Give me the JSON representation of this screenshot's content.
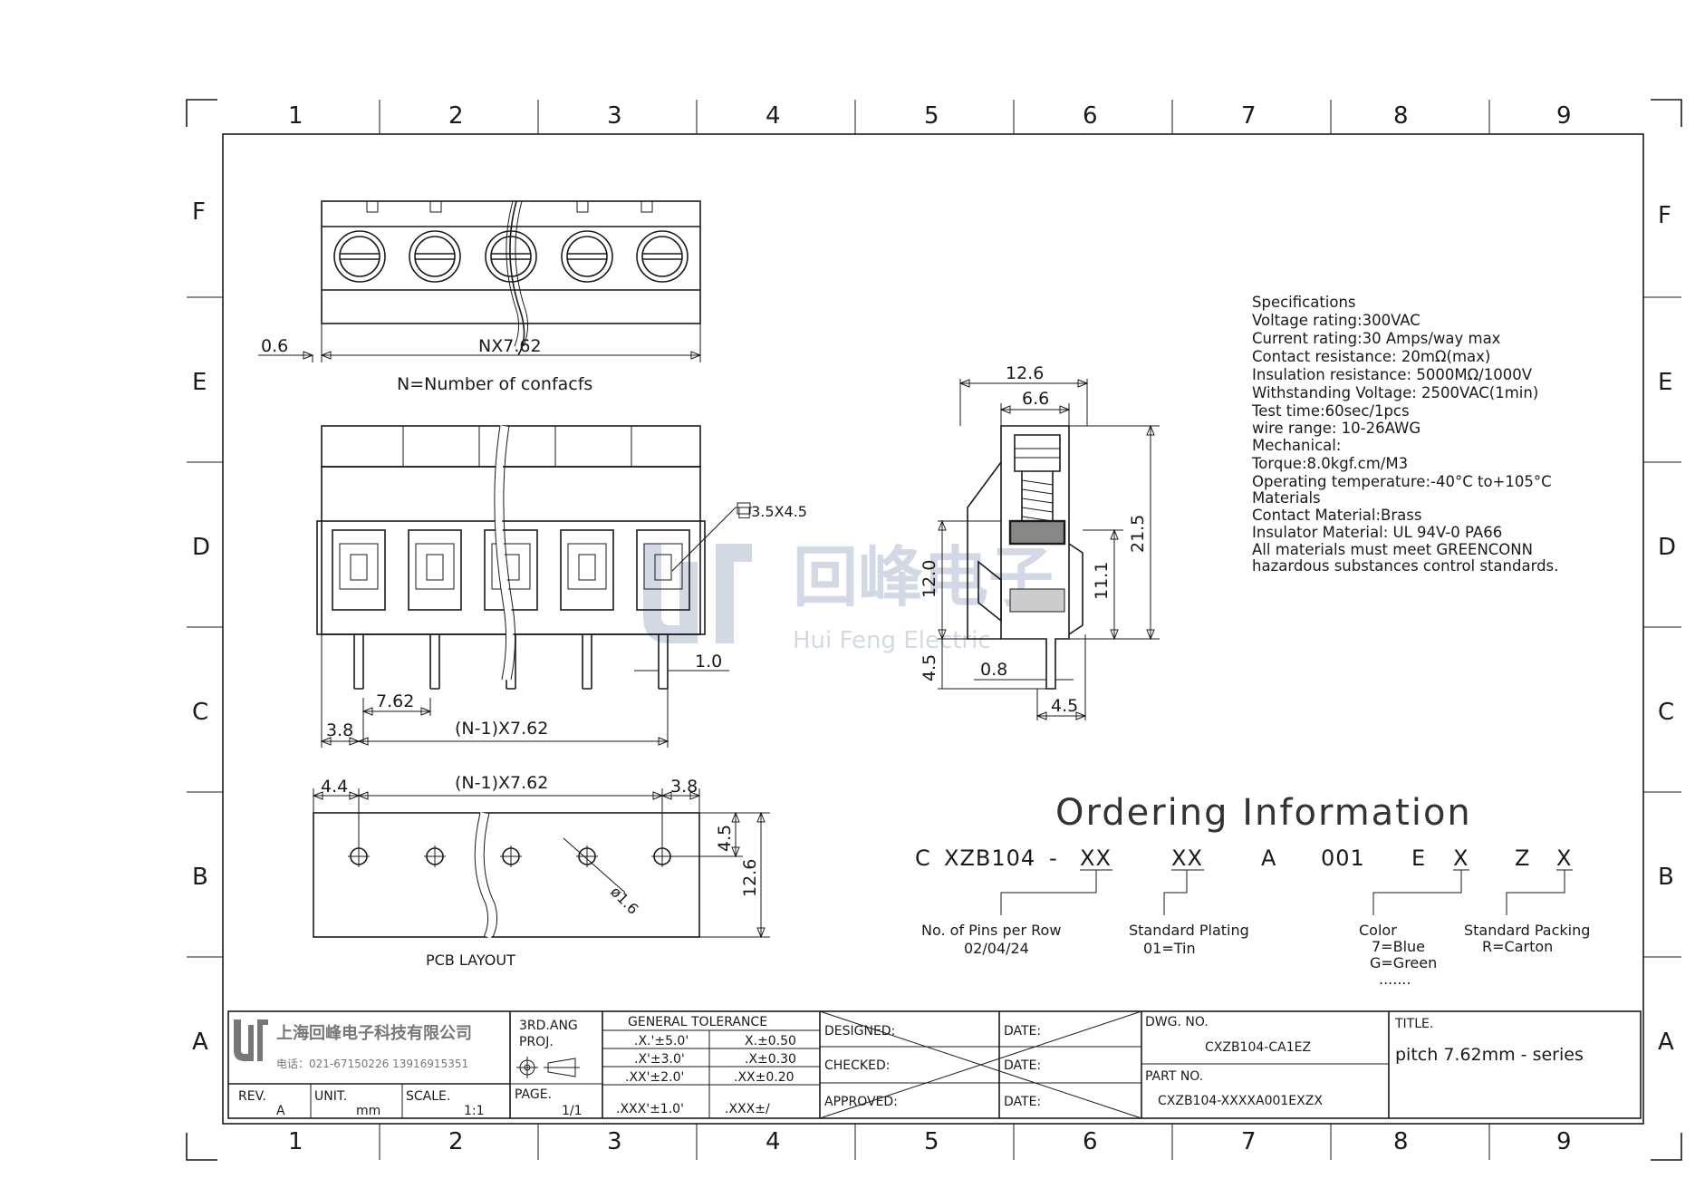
{
  "grid": {
    "columns": [
      "1",
      "2",
      "3",
      "4",
      "5",
      "6",
      "7",
      "8",
      "9"
    ],
    "rows": [
      "F",
      "E",
      "D",
      "C",
      "B",
      "A"
    ]
  },
  "views": {
    "top_view": {
      "pitch_dim": "NX7.62",
      "offset_dim": "0.6",
      "note": "N=Number of confacfs"
    },
    "front_view": {
      "pitch_dim": "7.62",
      "edge_dim": "3.8",
      "span_dim": "(N-1)X7.62",
      "pin_dim": "1.0",
      "wire_entry_dim": "□3.5X4.5"
    },
    "side_view": {
      "width_dim": "12.6",
      "inner_dim": "6.6",
      "height_dim": "21.5",
      "body_dim": "12.0",
      "mid_dim": "11.1",
      "pin_len_dim": "4.5",
      "pin_thk_dim": "0.8",
      "pin_off_dim": "4.5"
    },
    "pcb_layout": {
      "left_dim": "4.4",
      "span_dim": "(N-1)X7.62",
      "right_dim": "3.8",
      "hole_dim": "ø1.6",
      "row_dim": "4.5",
      "depth_dim": "12.6",
      "label": "PCB LAYOUT"
    }
  },
  "watermark": {
    "cn": "回峰电子",
    "en": "Hui Feng Electric"
  },
  "specifications": [
    "Specifications",
    "Voltage rating:300VAC",
    "Current rating:30 Amps/way max",
    "Contact resistance: 20mΩ(max)",
    "Insulation resistance: 5000MΩ/1000V",
    "Withstanding Voltage: 2500VAC(1min)",
    "Test time:60sec/1pcs",
    "wire range: 10-26AWG",
    "Mechanical:",
    "Torque:8.0kgf.cm/M3",
    "Operating temperature:-40°C to+105°C",
    "Materials",
    "Contact Material:Brass",
    "Insulator Material: UL 94V-0 PA66",
    "All materials must meet GREENCONN",
    "hazardous substances control standards."
  ],
  "ordering": {
    "title": "Ordering Information",
    "code": [
      "C",
      "XZB104",
      "-",
      "XX",
      "XX",
      "A",
      "001",
      "E",
      "X",
      "Z",
      "X"
    ],
    "fields": {
      "pins": [
        "No. of Pins per Row",
        "02/04/24"
      ],
      "plating": [
        "Standard Plating",
        "01=Tin"
      ],
      "color": [
        "Color",
        "7=Blue",
        "G=Green",
        "......."
      ],
      "packing": [
        "Standard Packing",
        "R=Carton"
      ]
    }
  },
  "title_block": {
    "company_cn": "上海回峰电子科技有限公司",
    "phone": "电话：021-67150226  13916915351",
    "rev_label": "REV.",
    "rev": "A",
    "unit_label": "UNIT.",
    "unit": "mm",
    "scale_label": "SCALE.",
    "scale": "1:1",
    "proj_1": "3RD.ANG",
    "proj_2": "PROJ.",
    "page_label": "PAGE.",
    "page": "1/1",
    "tolerance_title": "GENERAL TOLERANCE",
    "tolerance": [
      [
        ".X.'±5.0'",
        "X.±0.50"
      ],
      [
        ".X'±3.0'",
        ".X±0.30"
      ],
      [
        ".XX'±2.0'",
        ".XX±0.20"
      ],
      [
        ".XXX'±1.0'",
        ".XXX±/"
      ]
    ],
    "designed": "DESIGNED:",
    "checked": "CHECKED:",
    "approved": "APPROVED:",
    "date": "DATE:",
    "dwg_label": "DWG. NO.",
    "dwg_no": "CXZB104-CA1EZ",
    "part_label": "PART NO.",
    "part_no": "CXZB104-XXXXA001EXZX",
    "title_label": "TITLE.",
    "title": "pitch 7.62mm - series"
  }
}
